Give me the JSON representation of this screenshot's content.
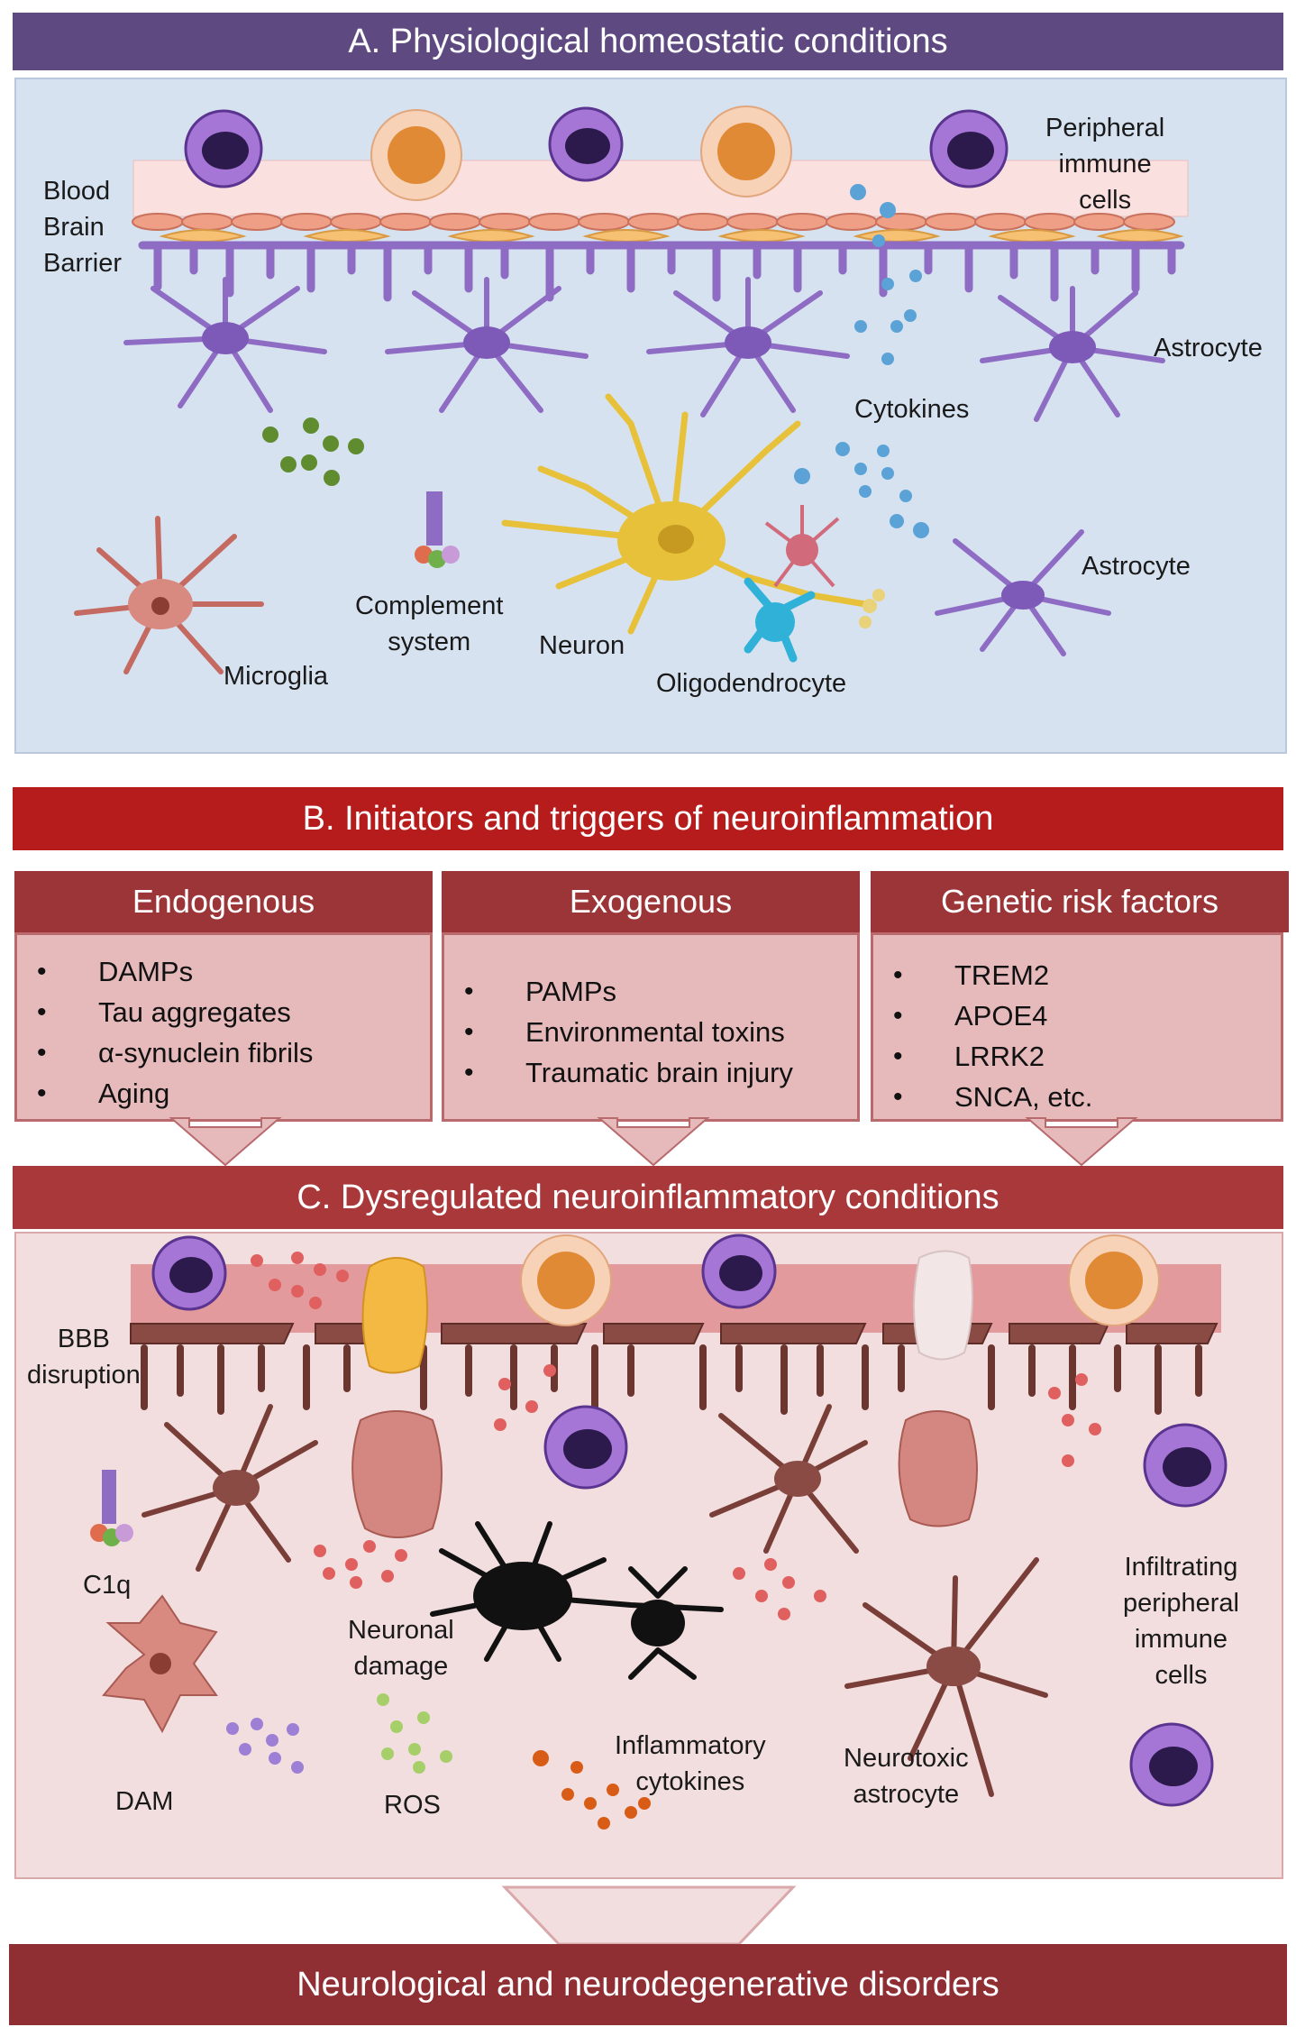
{
  "panel_a": {
    "header": "A. Physiological homeostatic conditions",
    "labels": {
      "bbb": [
        "Blood",
        "Brain",
        "Barrier"
      ],
      "peripheral": [
        "Peripheral",
        "immune",
        "cells"
      ],
      "astrocyte_top": "Astrocyte",
      "cytokines": "Cytokines",
      "astrocyte_right": "Astrocyte",
      "microglia": "Microglia",
      "complement": [
        "Complement",
        "system"
      ],
      "neuron": "Neuron",
      "oligodendrocyte": "Oligodendrocyte"
    }
  },
  "panel_b": {
    "header": "B. Initiators and triggers of neuroinflammation",
    "columns": [
      {
        "title": "Endogenous",
        "items": [
          "DAMPs",
          "Tau aggregates",
          "α-synuclein fibrils",
          "Aging"
        ]
      },
      {
        "title": "Exogenous",
        "items": [
          "PAMPs",
          "Environmental toxins",
          "Traumatic brain injury"
        ]
      },
      {
        "title": "Genetic risk factors",
        "items": [
          "TREM2",
          "APOE4",
          "LRRK2",
          "SNCA, etc."
        ]
      }
    ]
  },
  "panel_c": {
    "header": "C. Dysregulated neuroinflammatory conditions",
    "labels": {
      "bbb_disruption": [
        "BBB",
        "disruption"
      ],
      "c1q": "C1q",
      "neuronal_damage": [
        "Neuronal",
        "damage"
      ],
      "infiltrating": [
        "Infiltrating",
        "peripheral",
        "immune",
        "cells"
      ],
      "dam": "DAM",
      "ros": "ROS",
      "inflammatory_cytokines": [
        "Inflammatory",
        "cytokines"
      ],
      "neurotoxic_astrocyte": [
        "Neurotoxic",
        "astrocyte"
      ]
    }
  },
  "footer": "Neurological and neurodegenerative disorders",
  "colors": {
    "panel_a_header": "#5e4a80",
    "panel_a_bg": "#d7e2f1",
    "panel_b_header": "#b71c1c",
    "column_header": "#9b3538",
    "column_box": "#e6b9bb",
    "panel_c_header": "#a9383b",
    "panel_c_bg": "#f2dede",
    "footer": "#8f2f33",
    "astrocyte": "#8e6cc4",
    "neuron": "#e8c13a"
  }
}
